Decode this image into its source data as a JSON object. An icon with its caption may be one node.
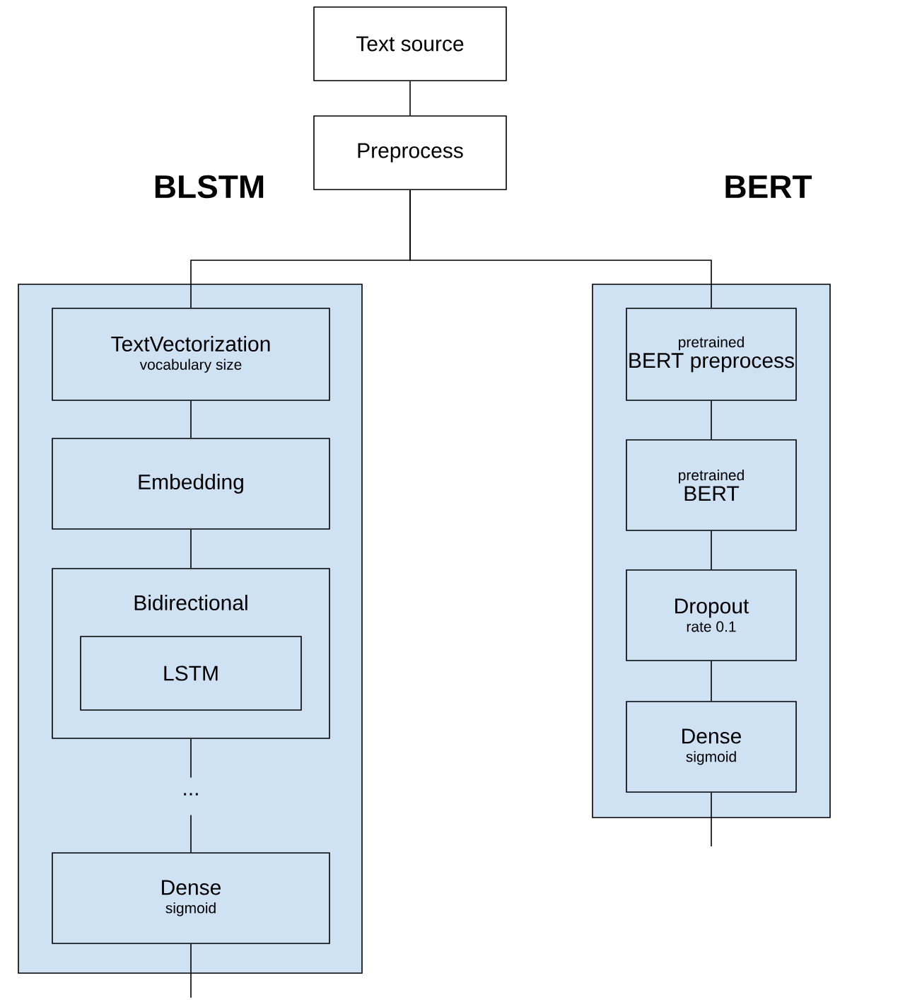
{
  "diagram": {
    "nodes": [
      {
        "text": [
          "Text source"
        ]
      },
      {
        "text": [
          "Preprocess"
        ]
      },
      {
        "text": [
          "BLSTM"
        ]
      },
      {
        "text": [
          "TextVectorization",
          "vocabulary size"
        ],
        "in": 2
      },
      {
        "text": [
          "Embedding"
        ],
        "in": 2
      },
      {
        "text": [
          "Bidirectional"
        ],
        "in": 2
      },
      {
        "text": [
          "LSTM"
        ],
        "in": 5
      },
      {
        "text": [
          "..."
        ],
        "in": 2
      },
      {
        "text": [
          "Dense",
          "sigmoid"
        ],
        "in": 2
      },
      {
        "text": [
          "BERT"
        ]
      },
      {
        "text": [
          "pretrained",
          "BERT preprocess"
        ],
        "in": 9
      },
      {
        "text": [
          "pretrained",
          "BERT"
        ],
        "in": 9
      },
      {
        "text": [
          "Dropout",
          "rate 0.1"
        ],
        "in": 9
      },
      {
        "text": [
          "Dense",
          "sigmoid"
        ],
        "in": 9
      }
    ],
    "edges": [
      {
        "from": 0,
        "to": 1,
        "arrow": "none"
      },
      {
        "from": 1,
        "to": 3,
        "arrow": "none"
      },
      {
        "from": 1,
        "to": 10,
        "arrow": "none"
      },
      {
        "from": 3,
        "to": 4,
        "arrow": "none"
      },
      {
        "from": 4,
        "to": 5,
        "arrow": "none"
      },
      {
        "from": 5,
        "to": 7,
        "arrow": "none"
      },
      {
        "from": 7,
        "to": 8,
        "arrow": "none"
      },
      {
        "from": 8,
        "to": null,
        "arrow": "none"
      },
      {
        "from": 10,
        "to": 11,
        "arrow": "none"
      },
      {
        "from": 11,
        "to": 12,
        "arrow": "none"
      },
      {
        "from": 12,
        "to": 13,
        "arrow": "none"
      },
      {
        "from": 13,
        "to": null,
        "arrow": "none"
      }
    ]
  }
}
